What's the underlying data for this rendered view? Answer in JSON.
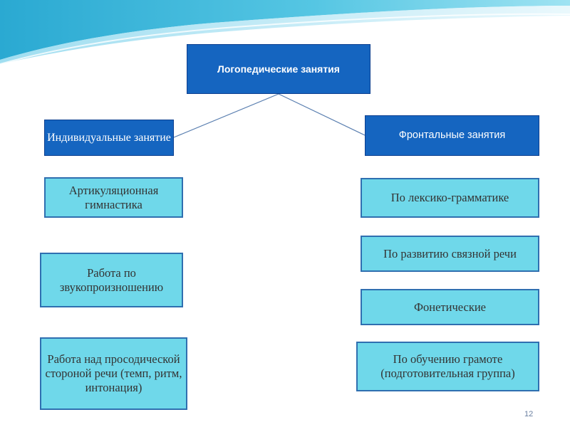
{
  "diagram": {
    "root": "Логопедические  занятия",
    "branches": [
      {
        "label": "Индивидуальные занятие",
        "children": [
          "Артикуляционная гимнастика",
          "Работа по звукопроизношению",
          "Работа над просодической стороной речи (темп, ритм, интонация)"
        ]
      },
      {
        "label": "Фронтальные занятия",
        "children": [
          "По лексико-грамматике",
          "По развитию связной речи",
          "Фонетические",
          "По обучению грамоте (подготовительная группа)"
        ]
      }
    ]
  },
  "slide": {
    "page_number": "12"
  },
  "colors": {
    "header_box": "#1565c0",
    "item_box": "#6fd8ea",
    "item_border": "#2f6fb0",
    "connector": "#5a7fb0",
    "wave": "#39b8d8"
  }
}
